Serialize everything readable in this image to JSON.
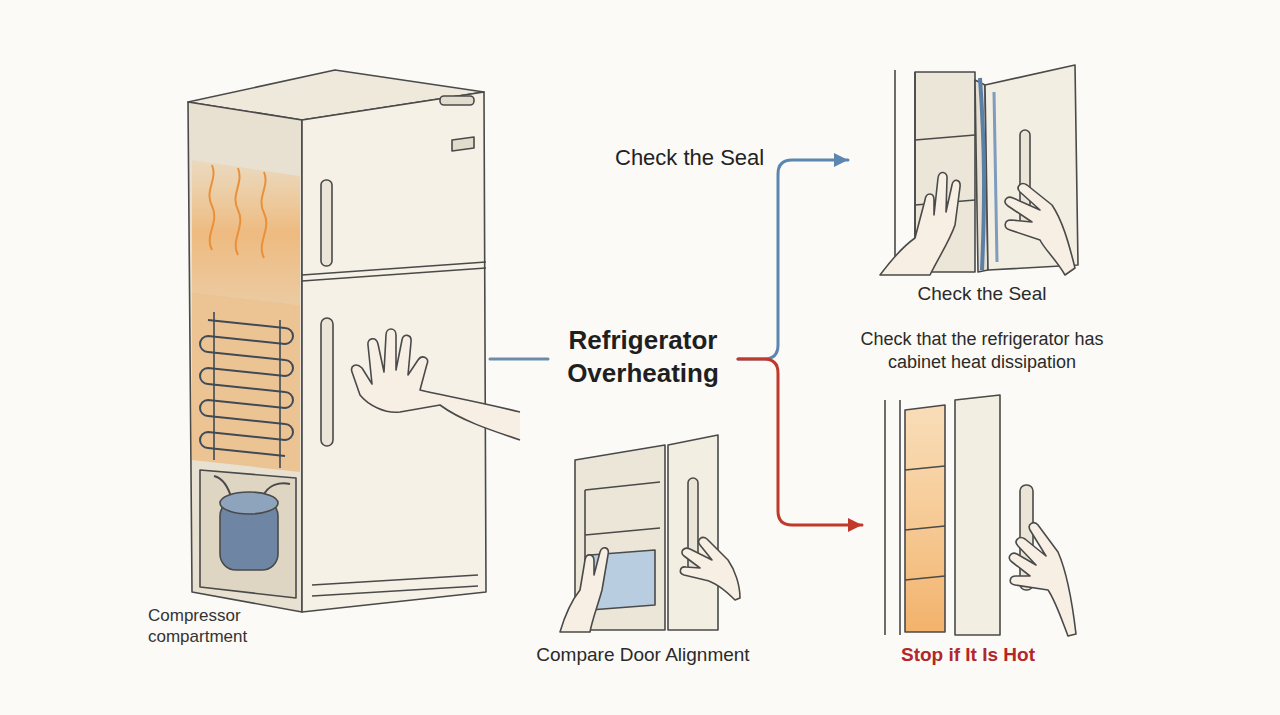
{
  "diagram": {
    "nodes": [
      {
        "text": [
          "Compressor compartment"
        ]
      },
      {
        "text": [
          "Refrigerator Overheating"
        ]
      },
      {
        "text": [
          "Check the Seal",
          "Check that the refrigerator has cabinet heat dissipation"
        ]
      },
      {
        "text": [
          "Compare Door Alignment"
        ]
      },
      {
        "text": [
          "Stop if It Is Hot"
        ]
      }
    ],
    "edges": [
      {
        "from": 0,
        "to": 1,
        "arrow": "none"
      },
      {
        "from": 1,
        "to": 2,
        "label": "Check the Seal",
        "arrow": "to"
      },
      {
        "from": 1,
        "to": 4,
        "arrow": "to"
      }
    ]
  }
}
